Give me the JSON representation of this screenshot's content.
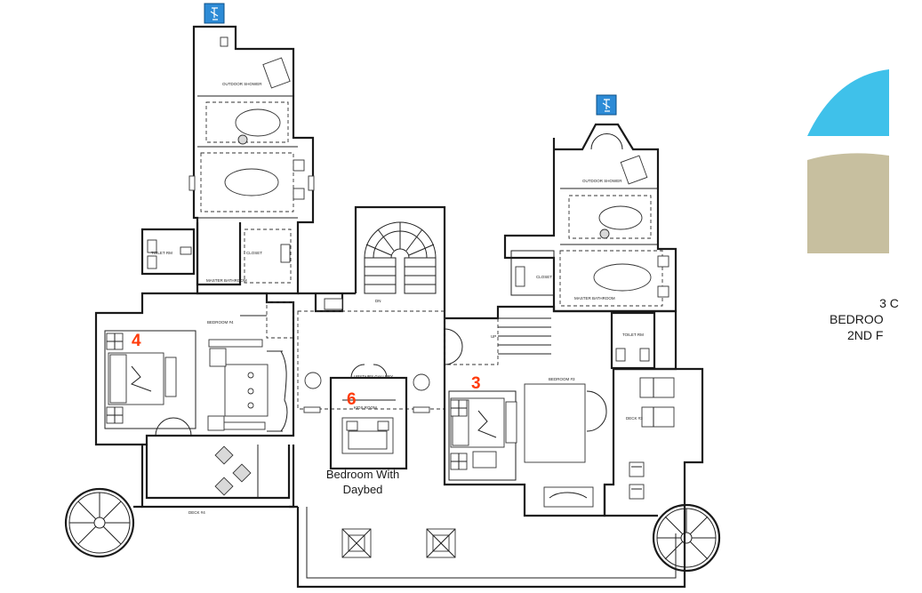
{
  "room_numbers": {
    "left_bedroom": "4",
    "center_bedroom": "6",
    "right_bedroom": "3"
  },
  "callouts": {
    "center_bedroom": "Bedroom With\nDaybed"
  },
  "side_text": {
    "line1": "3 C",
    "line2": "BEDROO",
    "line3": "2ND F"
  },
  "tiny_labels": {
    "left_outdoor_shower": "OUTDOOR SHOWER",
    "right_outdoor_shower": "OUTDOOR SHOWER",
    "left_toilet": "TOILET RM",
    "left_master_bath": "MASTER BATHROOM",
    "left_closet": "CLOSET",
    "left_bedroom": "BEDROOM #4",
    "upstairs_gallery": "UPSTAIRS GALLERY",
    "kids_room": "KIDS ROOM",
    "right_closet": "CLOSET",
    "right_master_bath": "MASTER BATHROOM",
    "right_toilet": "TOILET RM",
    "right_bedroom": "BEDROOM #3",
    "right_deck": "DECK #3",
    "left_deck": "DECK #4",
    "stair_dn": "DN",
    "stair_up": "UP"
  },
  "colors": {
    "accent_blue": "#3fc1ea",
    "accent_tan": "#c7bf9f",
    "room_number": "#ff3b0a",
    "icon_blue": "#2d8bd6"
  }
}
